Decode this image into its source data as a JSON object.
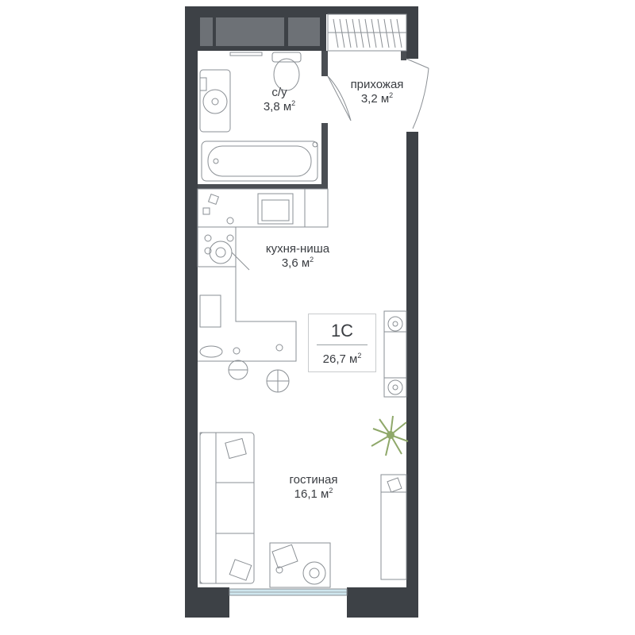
{
  "apartment": {
    "type": "1С",
    "total_area_value": "26,7 м",
    "area_unit_power": "2"
  },
  "rooms": {
    "bathroom": {
      "name": "с/у",
      "area": "3,8 м",
      "power": "2"
    },
    "hallway": {
      "name": "прихожая",
      "area": "3,2 м",
      "power": "2"
    },
    "kitchen": {
      "name": "кухня-ниша",
      "area": "3,6 м",
      "power": "2"
    },
    "living": {
      "name": "гостиная",
      "area": "16,1 м",
      "power": "2"
    }
  },
  "colors": {
    "wall": "#3d4146",
    "partition": "#4a4e53",
    "furniture_line": "#8a8f94",
    "window": "#cfe6ee",
    "plant": "#8fa86a",
    "text": "#3a3d42"
  }
}
